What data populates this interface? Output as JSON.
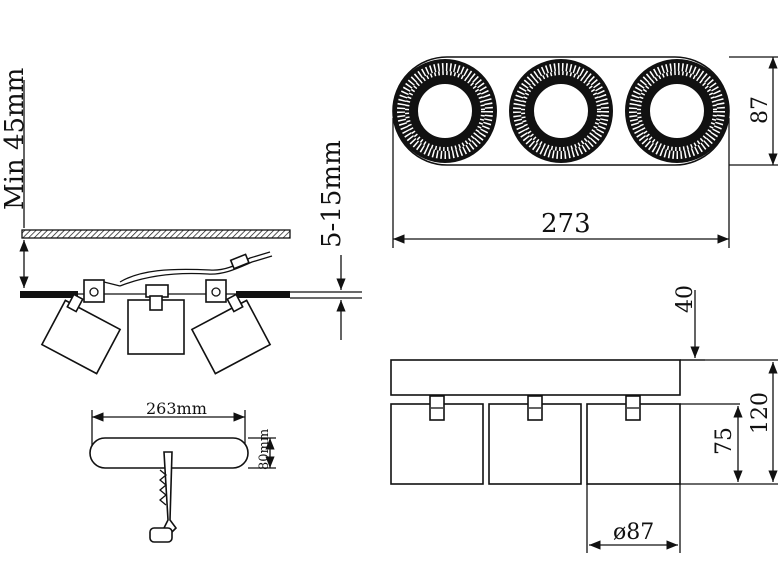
{
  "labels": {
    "min_depth": "Min 45mm",
    "ceiling_thickness": "5-15mm",
    "spot_height": "87",
    "spot_length": "273",
    "cutout_length": "263mm",
    "cutout_width": "80mm",
    "body_height": "40",
    "total_height": "120",
    "head_height": "75",
    "head_diameter": "ø87"
  },
  "colors": {
    "line": "#111111",
    "background": "#ffffff"
  }
}
